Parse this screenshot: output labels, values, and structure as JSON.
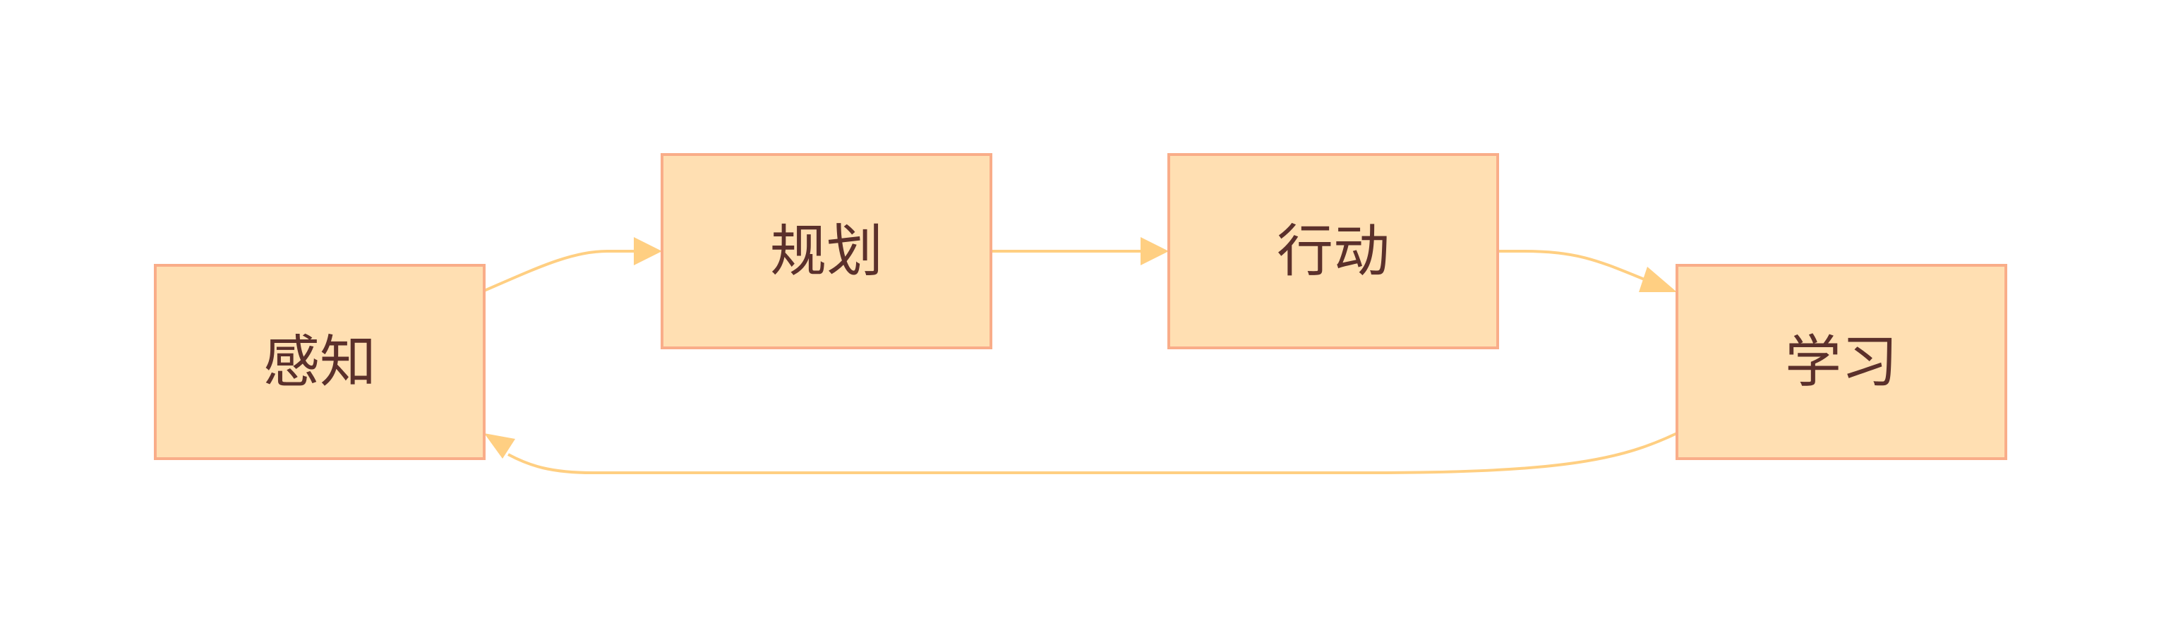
{
  "diagram": {
    "type": "flowchart-cycle",
    "colors": {
      "node_fill": "#ffdfb2",
      "node_border": "#f9ad89",
      "edge": "#ffcf82",
      "text": "#5b302b",
      "background": "#ffffff"
    },
    "nodes": [
      {
        "id": "perceive",
        "label": "感知"
      },
      {
        "id": "plan",
        "label": "规划"
      },
      {
        "id": "act",
        "label": "行动"
      },
      {
        "id": "learn",
        "label": "学习"
      }
    ],
    "edges": [
      {
        "from": "perceive",
        "to": "plan"
      },
      {
        "from": "plan",
        "to": "act"
      },
      {
        "from": "act",
        "to": "learn"
      },
      {
        "from": "learn",
        "to": "perceive"
      }
    ]
  }
}
